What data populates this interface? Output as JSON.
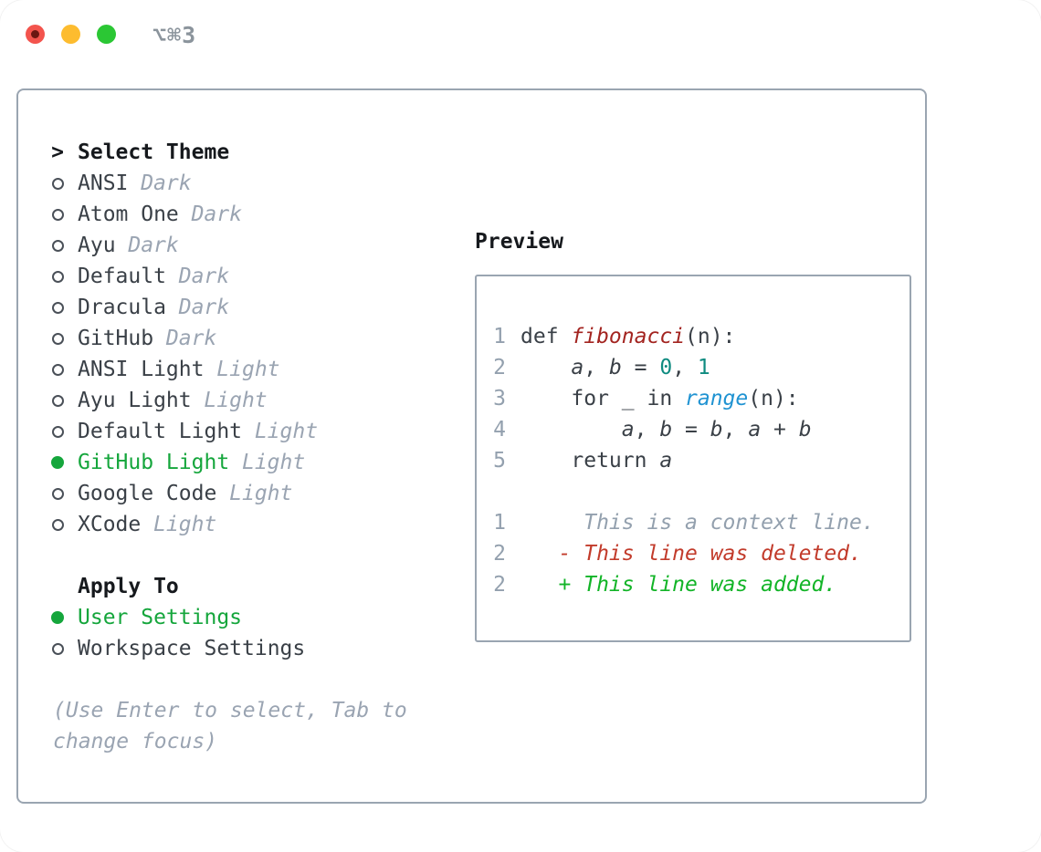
{
  "window": {
    "title": "⌥⌘3"
  },
  "colors": {
    "text": "#3a4047",
    "heading": "#16191d",
    "muted_gray": "#9aa4b2",
    "gutter_gray": "#93a0ae",
    "border_gray": "#9aa5b1",
    "ring_gray": "#4a5058",
    "selection_green": "#15a63c",
    "added_green": "#12b427",
    "deleted_red": "#c23b2b",
    "keyword_red": "#a32420",
    "number_teal": "#0f8b80",
    "function_blue": "#2093d2",
    "traffic_red": "#f3544d",
    "traffic_red_dot": "#6b1712",
    "traffic_yellow": "#fdbc2f",
    "traffic_green": "#2bc734",
    "title_gray": "#8b949c"
  },
  "theme_picker": {
    "header_pointer": ">",
    "header": "Select Theme",
    "items": [
      {
        "name": "ANSI",
        "variant": "Dark",
        "selected": false
      },
      {
        "name": "Atom One",
        "variant": "Dark",
        "selected": false
      },
      {
        "name": "Ayu",
        "variant": "Dark",
        "selected": false
      },
      {
        "name": "Default",
        "variant": "Dark",
        "selected": false
      },
      {
        "name": "Dracula",
        "variant": "Dark",
        "selected": false
      },
      {
        "name": "GitHub",
        "variant": "Dark",
        "selected": false
      },
      {
        "name": "ANSI Light",
        "variant": "Light",
        "selected": false
      },
      {
        "name": "Ayu Light",
        "variant": "Light",
        "selected": false
      },
      {
        "name": "Default Light",
        "variant": "Light",
        "selected": false
      },
      {
        "name": "GitHub Light",
        "variant": "Light",
        "selected": true
      },
      {
        "name": "Google Code",
        "variant": "Light",
        "selected": false
      },
      {
        "name": "XCode",
        "variant": "Light",
        "selected": false
      }
    ]
  },
  "apply_to": {
    "header": "Apply To",
    "options": [
      {
        "label": "User Settings",
        "selected": true
      },
      {
        "label": "Workspace Settings",
        "selected": false
      }
    ]
  },
  "hint": {
    "lines": [
      "(Use Enter to select, Tab to",
      "change focus)"
    ]
  },
  "preview": {
    "header": "Preview",
    "code_lines": [
      {
        "num": "1",
        "tokens": [
          {
            "t": "def ",
            "c": "fg"
          },
          {
            "t": "fibonacci",
            "c": "red",
            "i": true
          },
          {
            "t": "(n):",
            "c": "fg"
          }
        ]
      },
      {
        "num": "2",
        "tokens": [
          {
            "t": "    ",
            "c": "fg"
          },
          {
            "t": "a",
            "c": "fg",
            "i": true
          },
          {
            "t": ", ",
            "c": "fg"
          },
          {
            "t": "b",
            "c": "fg",
            "i": true
          },
          {
            "t": " = ",
            "c": "fg"
          },
          {
            "t": "0",
            "c": "teal"
          },
          {
            "t": ", ",
            "c": "fg"
          },
          {
            "t": "1",
            "c": "teal"
          }
        ]
      },
      {
        "num": "3",
        "tokens": [
          {
            "t": "    for _ in ",
            "c": "fg"
          },
          {
            "t": "range",
            "c": "blue",
            "i": true
          },
          {
            "t": "(n):",
            "c": "fg"
          }
        ]
      },
      {
        "num": "4",
        "tokens": [
          {
            "t": "        ",
            "c": "fg"
          },
          {
            "t": "a",
            "c": "fg",
            "i": true
          },
          {
            "t": ", ",
            "c": "fg"
          },
          {
            "t": "b",
            "c": "fg",
            "i": true
          },
          {
            "t": " = ",
            "c": "fg"
          },
          {
            "t": "b",
            "c": "fg",
            "i": true
          },
          {
            "t": ", ",
            "c": "fg"
          },
          {
            "t": "a",
            "c": "fg",
            "i": true
          },
          {
            "t": " + ",
            "c": "fg"
          },
          {
            "t": "b",
            "c": "fg",
            "i": true
          }
        ]
      },
      {
        "num": "5",
        "tokens": [
          {
            "t": "    return ",
            "c": "fg"
          },
          {
            "t": "a",
            "c": "fg",
            "i": true
          }
        ]
      }
    ],
    "diff_lines": [
      {
        "num": "1",
        "tokens": [
          {
            "t": "     This is a context line.",
            "c": "gray",
            "i": true
          }
        ]
      },
      {
        "num": "2",
        "tokens": [
          {
            "t": "   - This line was deleted.",
            "c": "dred",
            "i": true
          }
        ]
      },
      {
        "num": "2",
        "tokens": [
          {
            "t": "   + This line was added.",
            "c": "dgreen",
            "i": true
          }
        ]
      }
    ]
  }
}
